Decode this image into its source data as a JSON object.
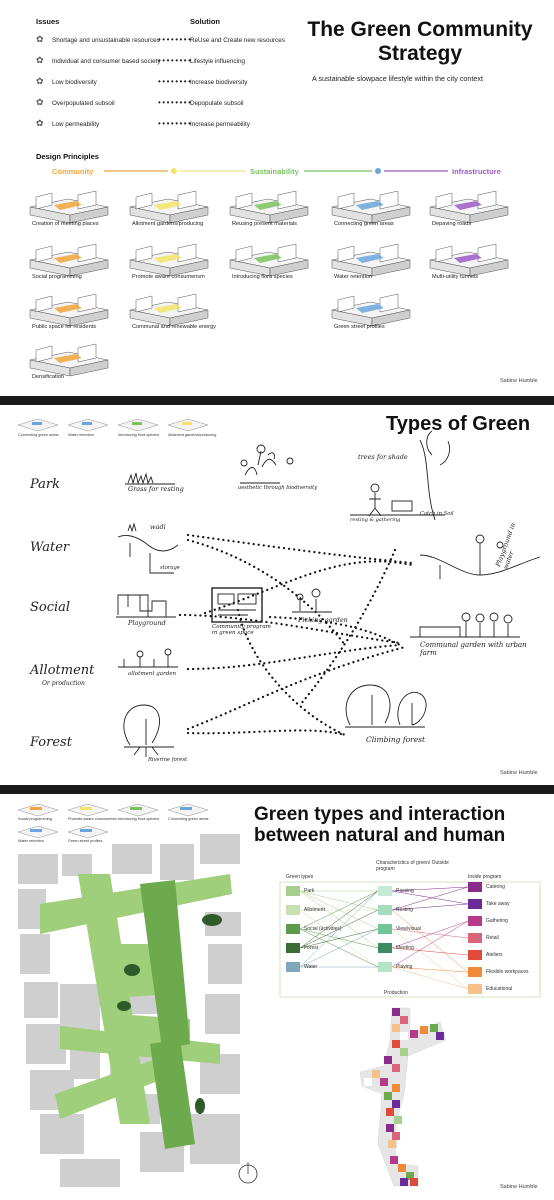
{
  "panel1": {
    "title_line1": "The Green Community",
    "title_line2": "Strategy",
    "subtitle": "A sustainable slowpace lifestyle within the city context",
    "issues_header": "Issues",
    "solution_header": "Solution",
    "rows": [
      {
        "issue": "Shortage and unsustainable resources",
        "solution": "ReUse and Create new resources",
        "icon": "resources-icon"
      },
      {
        "issue": "Individual and consumer based society",
        "solution": "Lifestyle influencing",
        "icon": "people-icon"
      },
      {
        "issue": "Low biodiversity",
        "solution": "Increase biodiversity",
        "icon": "animal-icon"
      },
      {
        "issue": "Overpopulated subsoil",
        "solution": "Depopulate subsoil",
        "icon": "pipes-icon"
      },
      {
        "issue": "Low permeability",
        "solution": "Increase permeability",
        "icon": "lamp-icon"
      }
    ],
    "design_principles_header": "Design Principles",
    "categories": [
      {
        "label": "Community",
        "color": "#f0a43a"
      },
      {
        "label": "Sustainability",
        "color": "#7ac25c"
      },
      {
        "label": "Infrastructure",
        "color": "#9b5cc6"
      }
    ],
    "principles": [
      "Creation of meeting places",
      "Allotment gardens/producing",
      "Reusing present materials",
      "Connecting green areas",
      "Depaving roads",
      "Social programming",
      "Promote aware consumerism",
      "Introducing flora species",
      "Water retention",
      "Multi-utility tunnels",
      "Public space for residents",
      "Communal and renewable energy",
      "Green street profiles",
      "Densification"
    ],
    "credit": "Sabine Humble"
  },
  "panel2": {
    "title": "Types of Green",
    "legend": [
      "Connecting green areas",
      "Water retention",
      "Introducing flora species",
      "Allotment gardens/producing"
    ],
    "rows": [
      {
        "label": "Park"
      },
      {
        "label": "Water"
      },
      {
        "label": "Social"
      },
      {
        "label": "Allotment",
        "sub": "Or production"
      },
      {
        "label": "Forest"
      }
    ],
    "sketch_labels": [
      "Grass for resting",
      "aesthetic through biodiversity",
      "trees for shade",
      "resting & gathering",
      "Catch in Soil",
      "wadi",
      "storage",
      "Playground in water",
      "Playground",
      "Community program in green space",
      "Picking garden",
      "Communal garden with urban farm",
      "allotment garden",
      "Climbing forest",
      "Riverine forest"
    ],
    "credit": "Sabine Humble"
  },
  "panel3": {
    "title_line1": "Green types and interaction",
    "title_line2": "between natural and human",
    "legend": [
      "Social programming",
      "Promote aware consumerism",
      "Introducing flora species",
      "Connecting green areas",
      "Water retention",
      "Green street profiles"
    ],
    "diagram": {
      "green_types_header": "Green types",
      "green_types": [
        {
          "label": "Park",
          "color": "#a8d08d"
        },
        {
          "label": "Allotment",
          "color": "#c8e0b4"
        },
        {
          "label": "Social (activities)",
          "color": "#5b9a4a"
        },
        {
          "label": "Forest",
          "color": "#3d6b35"
        },
        {
          "label": "Water",
          "color": "#7fa7b8"
        }
      ],
      "characteristics_header": "Characteristics of green/ Outside program",
      "characteristics": [
        {
          "label": "Passing",
          "color": "#c6ead5"
        },
        {
          "label": "Resting",
          "color": "#a4dcbd"
        },
        {
          "label": "View/visual",
          "color": "#6fc49a"
        },
        {
          "label": "Meeting",
          "color": "#3d8a62"
        },
        {
          "label": "Playing",
          "color": "#b4e3c8"
        }
      ],
      "inside_header": "Inside program",
      "inside": [
        {
          "label": "Catering",
          "color": "#8a2a8a"
        },
        {
          "label": "Take away",
          "color": "#6a2a9a"
        },
        {
          "label": "Gathering",
          "color": "#b73a8a"
        },
        {
          "label": "Retail",
          "color": "#d9657a"
        },
        {
          "label": "Ateliers",
          "color": "#e04a3a"
        },
        {
          "label": "Flexible workpaces",
          "color": "#f08a3a"
        },
        {
          "label": "Educational",
          "color": "#f5c08a"
        }
      ],
      "production_label": "Production"
    },
    "credit": "Sabine Humble"
  }
}
